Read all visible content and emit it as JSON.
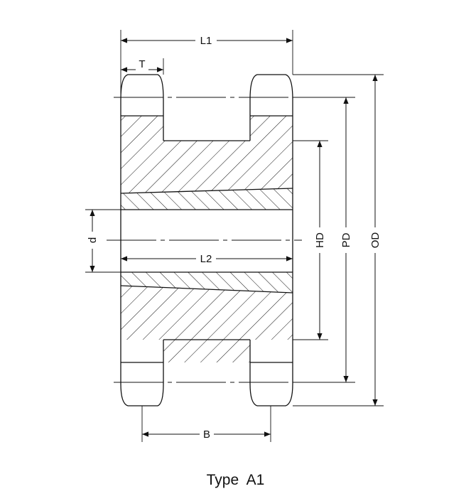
{
  "diagram": {
    "labels": {
      "L1": "L1",
      "T": "T",
      "d": "d",
      "L2": "L2",
      "HD": "HD",
      "PD": "PD",
      "OD": "OD",
      "B": "B"
    },
    "caption": "Type  A1"
  },
  "colors": {
    "line": "#111111",
    "background": "#ffffff"
  }
}
